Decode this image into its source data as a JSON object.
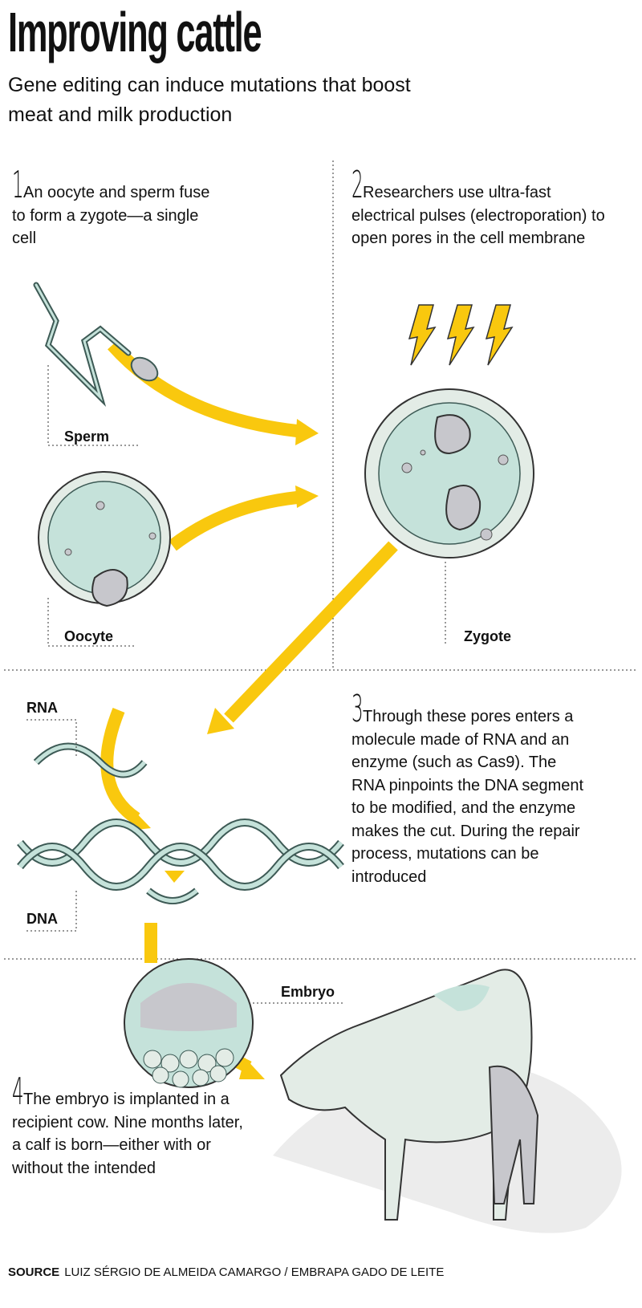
{
  "title": "Improving cattle",
  "subtitle": "Gene editing can induce mutations that boost meat and milk production",
  "steps": [
    {
      "number": "1",
      "text": "An oocyte and sperm fuse to form a zygote—a single cell"
    },
    {
      "number": "2",
      "text": "Researchers use ultra-fast electrical pulses (electroporation) to open pores in the cell membrane"
    },
    {
      "number": "3",
      "text": "Through these pores enters a molecule made of RNA and an enzyme (such as Cas9). The RNA pinpoints the DNA segment to be modified, and the enzyme makes the cut. During the repair process, mutations can be introduced"
    },
    {
      "number": "4",
      "text": "The embryo is implanted in a recipient cow. Nine months later, a calf is born—either with or without the intended"
    }
  ],
  "labels": {
    "sperm": "Sperm",
    "oocyte": "Oocyte",
    "zygote": "Zygote",
    "rna": "RNA",
    "dna": "DNA",
    "embryo": "Embryo"
  },
  "source": {
    "label": "SOURCE",
    "text": "LUIZ SÉRGIO DE ALMEIDA CAMARGO / EMBRAPA GADO DE LEITE"
  },
  "colors": {
    "arrow": "#f9c80e",
    "cell": "#c5e2da",
    "outline": "#3d5a55",
    "nucleus": "#c7c7cc"
  }
}
